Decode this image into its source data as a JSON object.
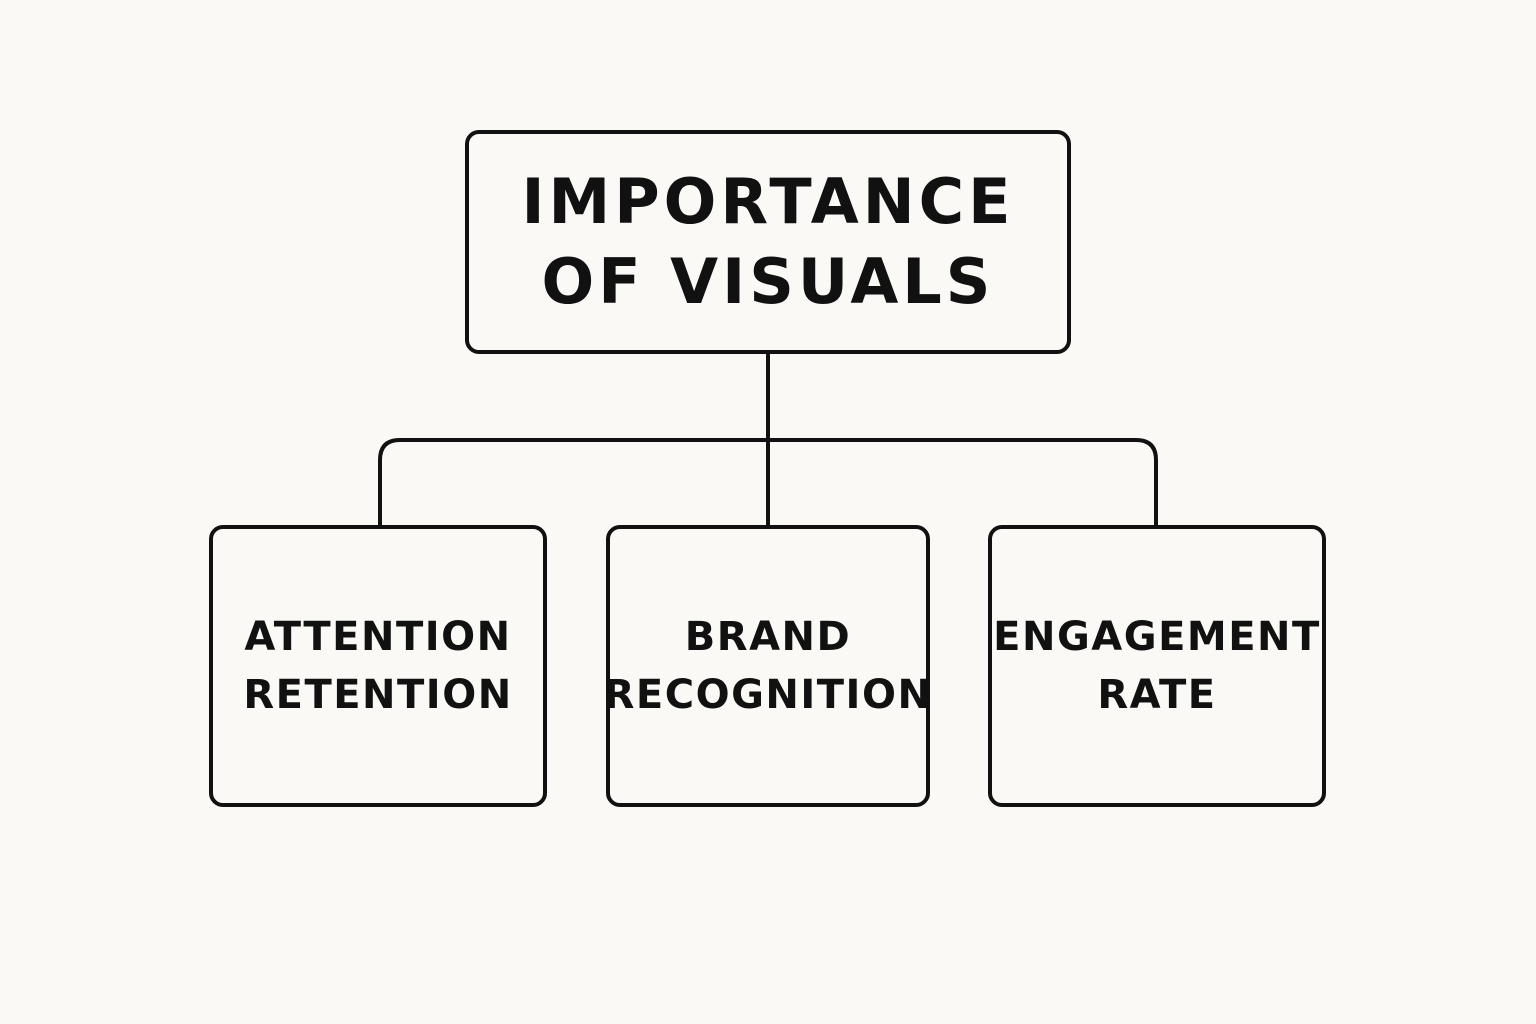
{
  "diagram": {
    "root": {
      "lines": [
        "IMPORTANCE",
        "OF VISUALS"
      ]
    },
    "children": [
      {
        "lines": [
          "ATTENTION",
          "RETENTION"
        ]
      },
      {
        "lines": [
          "BRAND",
          "RECOGNITION"
        ]
      },
      {
        "lines": [
          "ENGAGEMENT",
          "RATE"
        ]
      }
    ]
  },
  "colors": {
    "background": "#faf9f6",
    "stroke": "#111111",
    "text": "#111111"
  }
}
